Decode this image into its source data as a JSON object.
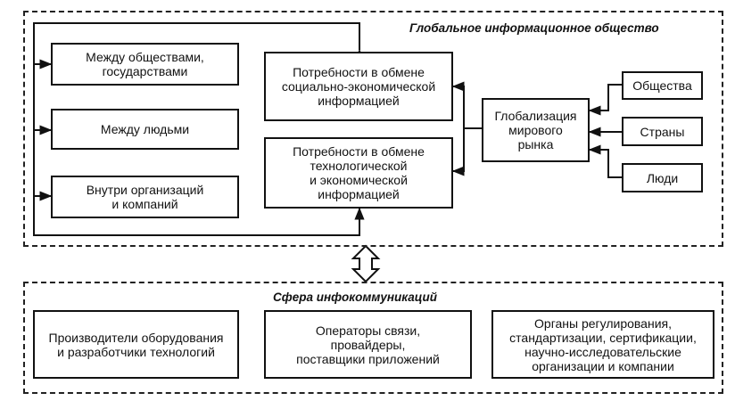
{
  "global_frame": {
    "title": "Глобальное информационное общество",
    "left_boxes": [
      "Между обществами,\nгосударствами",
      "Между людьми",
      "Внутри организаций\nи компаний"
    ],
    "needs_social": "Потребности в обмене\nсоциально-экономической\nинформацией",
    "needs_tech": "Потребности в обмене\nтехнологической\nи экономической\nинформацией",
    "globalization": "Глобализация\nмирового\nрынка",
    "right_boxes": [
      "Общества",
      "Страны",
      "Люди"
    ]
  },
  "infocom_frame": {
    "title": "Сфера инфокоммуникаций",
    "boxes": [
      "Производители оборудования\nи разработчики технологий",
      "Операторы связи,\nпровайдеры,\nпоставщики приложений",
      "Органы регулирования,\nстандартизации, сертификации,\nнаучно-исследовательские\nорганизации и компании"
    ]
  }
}
